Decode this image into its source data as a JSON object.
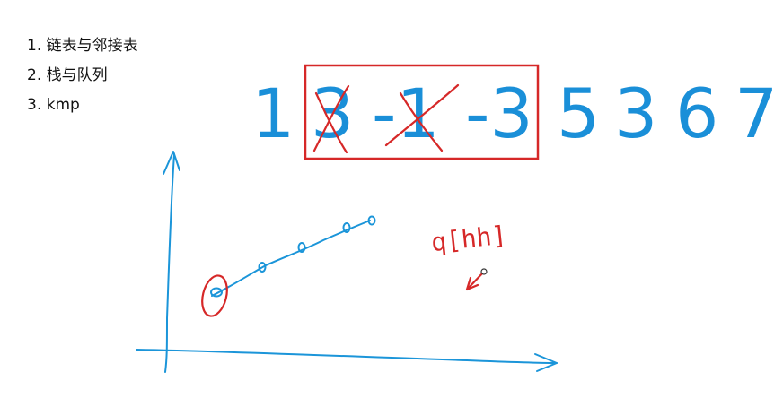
{
  "outline": {
    "items": [
      {
        "label": "1. 链表与邻接表"
      },
      {
        "label": "2. 栈与队列"
      },
      {
        "label": "3. kmp"
      }
    ]
  },
  "sequence": {
    "numbers": [
      "1",
      "3",
      "-1",
      "-3",
      "5",
      "3",
      "6",
      "7"
    ],
    "window": {
      "highlighted": [
        "3",
        "-1",
        "-3"
      ],
      "crossed_out": [
        "3",
        "-1"
      ]
    }
  },
  "annotation": {
    "handwritten": "q[hh]"
  },
  "colors": {
    "text": "#111111",
    "numbers": "#1a8fd8",
    "ink_red": "#d62828",
    "ink_blue": "#1b95d9"
  }
}
